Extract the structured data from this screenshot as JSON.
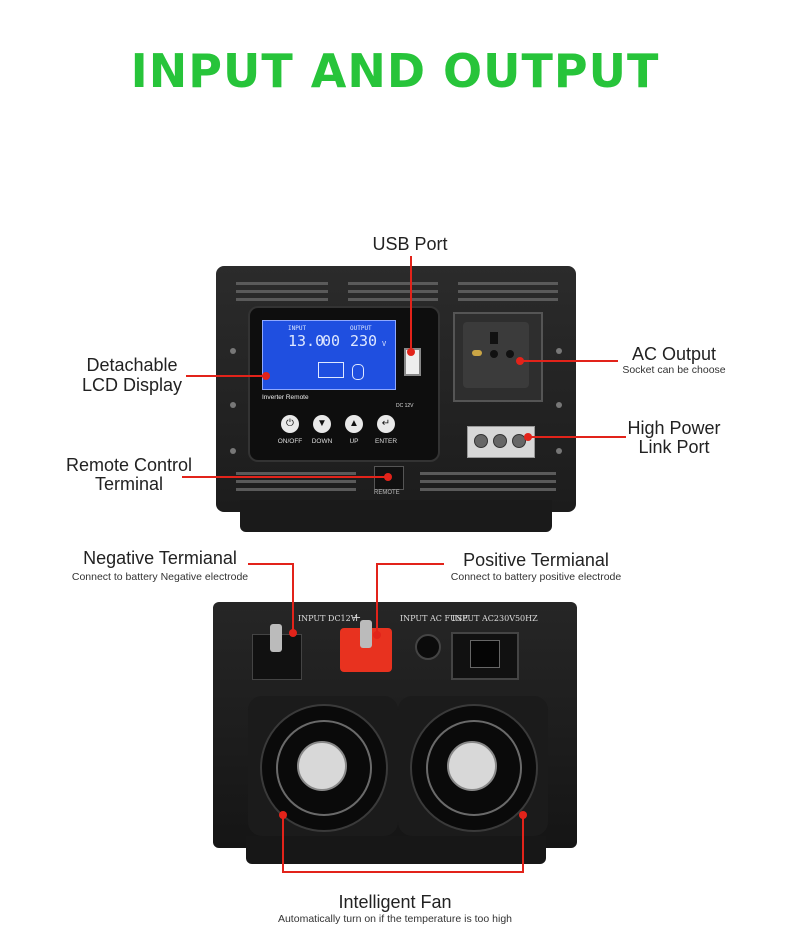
{
  "title": "INPUT AND OUTPUT",
  "front_labels": {
    "usb_port": "USB Port",
    "lcd_line1": "Detachable",
    "lcd_line2": "LCD Display",
    "ac_output": "AC Output",
    "ac_output_sub": "Socket can be choose",
    "link_line1": "High Power",
    "link_line2": "Link Port",
    "remote_line1": "Remote Control",
    "remote_line2": "Terminal"
  },
  "lcd": {
    "input_label": "INPUT",
    "input_value": "13.0",
    "output_label": "OUTPUT",
    "output_value": "230",
    "output_unit": "V",
    "brand": "Inverter Remote",
    "model": "DC 12V",
    "buttons": [
      "ON/OFF",
      "DOWN",
      "UP",
      "ENTER"
    ],
    "remote_text": "REMOTE"
  },
  "rear_labels": {
    "negative": "Negative Termianal",
    "negative_sub": "Connect to battery Negative electrode",
    "positive": "Positive Termianal",
    "positive_sub": "Connect to battery positive electrode",
    "fan": "Intelligent Fan",
    "fan_sub": "Automatically turn on if the temperature is too high"
  },
  "rear_panel": {
    "input_dc": "INPUT DC12V",
    "plus": "+",
    "fuse": "INPUT AC FUSE",
    "input_ac": "INPUT AC230V50HZ"
  },
  "colors": {
    "title": "#27c43a",
    "callout": "#e2231a",
    "panel": "#1c1c1c",
    "lcd": "#1f4fe0"
  }
}
